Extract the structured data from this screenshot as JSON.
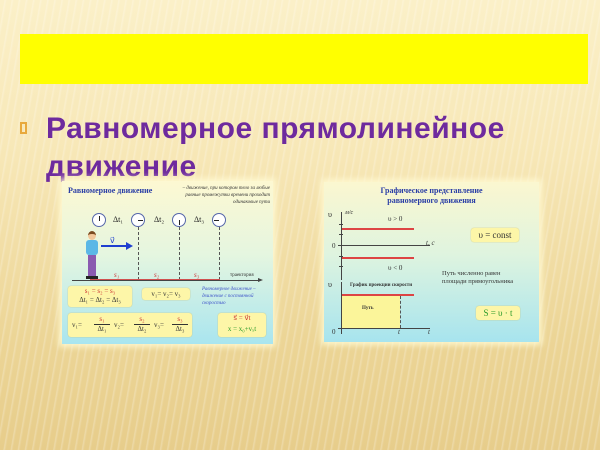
{
  "slide": {
    "title_bar": "",
    "bullet_icon": "square-bullet-icon",
    "heading": "Равномерное  прямолинейное движение",
    "colors": {
      "title_bar": "#ffff00",
      "heading": "#6e2a9e",
      "bullet": "#e8a93c",
      "background": "#f7e7b6"
    }
  },
  "left_panel": {
    "title": "Равномерное движение",
    "definition": "– движение, при котором тело за любые равные промежутки времени проходит одинаковые пути",
    "dt_labels": [
      "Δt₁",
      "Δt₂",
      "Δt₃"
    ],
    "velocity_label": "v⃗",
    "segments": [
      "s₁",
      "s₂",
      "s₃"
    ],
    "axis_label": "траектория",
    "eq_box1_line1": "s₁ = s₂ = s₃",
    "eq_box1_line2": "Δt₁ = Δt₂ = Δt₃",
    "eq_box2": "v₁= v₂= v₃",
    "note": "Равномерное движение – движение с постоянной скоростью",
    "formula_v1": "v₁= s₁/Δt₁",
    "formula_v2": "v₂= s₂/Δt₂",
    "formula_v3": "v₃= s₃/Δt₃",
    "v1_lhs": "v₁=",
    "v1_num": "s₁",
    "v1_den": "Δt₁",
    "v2_lhs": "v₂=",
    "v2_num": "s₂",
    "v2_den": "Δt₂",
    "v3_lhs": "v₃=",
    "v3_num": "s₃",
    "v3_den": "Δt₃",
    "eq_s": "s⃗ = v⃗t",
    "eq_x": "x = x₀+vₓt"
  },
  "right_panel": {
    "title_line1": "Графическое представление",
    "title_line2": "равномерного движения",
    "y_label": "υ",
    "y_unit": "м/с",
    "zero": "0",
    "x_label": "t, c",
    "v_pos": "υ  > 0",
    "v_neg": "υ  < 0",
    "const_box": "υ  = const",
    "area_note_line1": "Путь численно равен",
    "area_note_line2": "площади прямоугольника",
    "graph2_title": "График проекции скорости",
    "graph2_y": "υ",
    "graph2_zero": "0",
    "path_label": "Путь",
    "t_mark": "t",
    "t_axis": "t",
    "s_formula": "S = υ · t"
  }
}
